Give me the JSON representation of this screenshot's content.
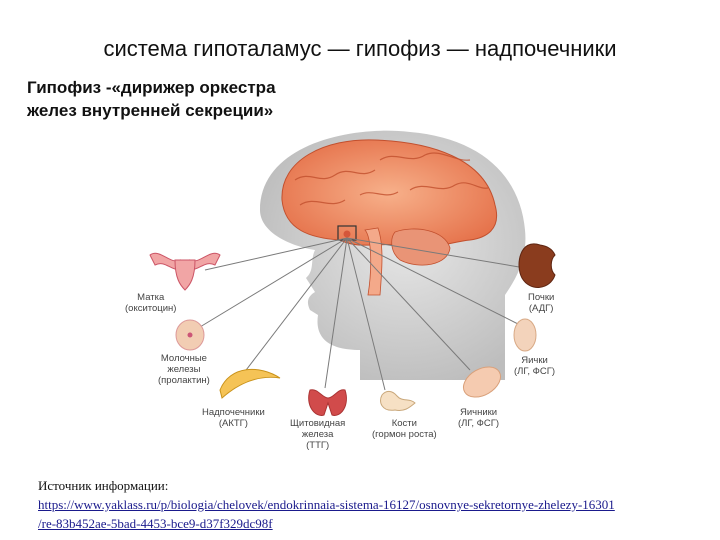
{
  "title": "система гипоталамус — гипофиз — надпочечники",
  "subtitle_line1": "Гипофиз -«дирижер оркестра",
  "subtitle_line2": "желез внутренней секреции»",
  "figure": {
    "labels": [
      {
        "name": "uterus",
        "line1": "Матка",
        "line2": "(окситоцин)",
        "line3": ""
      },
      {
        "name": "mammary",
        "line1": "Молочные",
        "line2": "железы",
        "line3": "(пролактин)"
      },
      {
        "name": "adrenal",
        "line1": "Надпочечники",
        "line2": "(АКТГ)",
        "line3": ""
      },
      {
        "name": "thyroid",
        "line1": "Щитовидная",
        "line2": "железа",
        "line3": "(ТТГ)"
      },
      {
        "name": "bones",
        "line1": "Кости",
        "line2": "(гормон роста)",
        "line3": ""
      },
      {
        "name": "ovaries",
        "line1": "Яичники",
        "line2": "(ЛГ, ФСГ)",
        "line3": ""
      },
      {
        "name": "testes",
        "line1": "Яички",
        "line2": "(ЛГ, ФСГ)",
        "line3": ""
      },
      {
        "name": "kidneys",
        "line1": "Почки",
        "line2": "(АДГ)",
        "line3": ""
      }
    ]
  },
  "source": {
    "label": "Источник информации:",
    "url_line1": "https://www.yaklass.ru/p/biologia/chelovek/endokrinnaia-sistema-16127/osnovnye-sekretornye-zhelezy-16301",
    "url_line2": "/re-83b452ae-5bad-4453-bce9-d37f329dc98f"
  }
}
